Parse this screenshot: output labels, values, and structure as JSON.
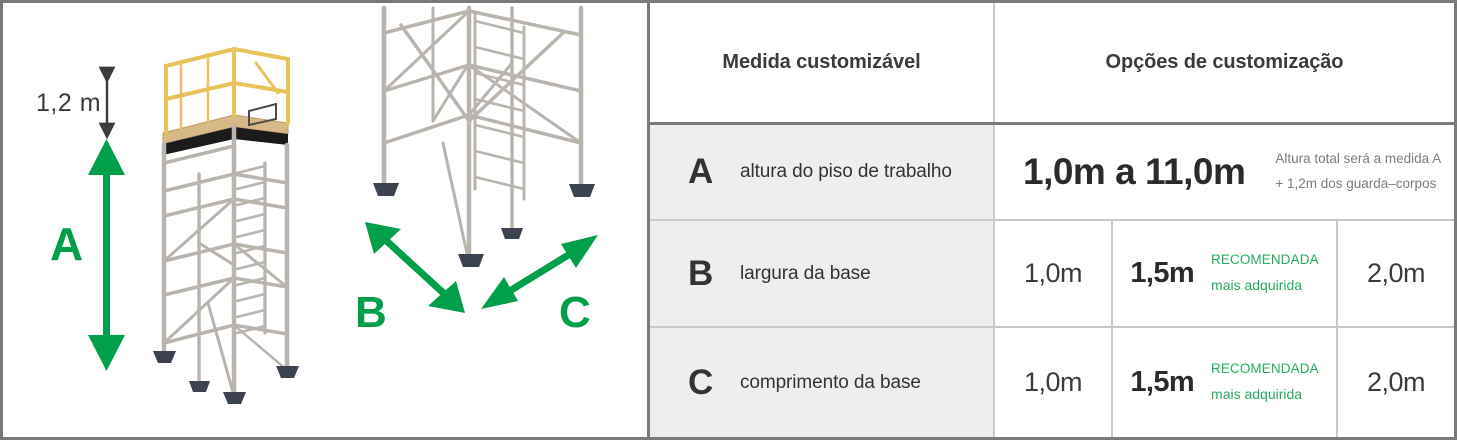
{
  "illustration": {
    "guardrail_label": "1,2 m",
    "label_a": "A",
    "label_b": "B",
    "label_c": "C",
    "accent_green": "#00a04b",
    "arrow_gray": "#3b3b3b",
    "scaffold_frame": "#b9b5ae",
    "scaffold_rail": "#e8c35c",
    "scaffold_deck": "#d7b887",
    "scaffold_foot": "#3c4250"
  },
  "table": {
    "header": {
      "col_measure": "Medida customizável",
      "col_options": "Opções de customização"
    },
    "rows": [
      {
        "letter": "A",
        "label": "altura do piso de trabalho",
        "type": "range",
        "range": "1,0m  a  11,0m",
        "note_line1": "Altura total será a medida A",
        "note_line2": "+ 1,2m dos guarda–corpos"
      },
      {
        "letter": "B",
        "label": "largura da base",
        "type": "options",
        "option1": "1,0m",
        "option2": "1,5m",
        "option2_badge_top": "RECOMENDADA",
        "option2_badge_bottom": "mais adquirida",
        "option3": "2,0m"
      },
      {
        "letter": "C",
        "label": "comprimento da base",
        "type": "options",
        "option1": "1,0m",
        "option2": "1,5m",
        "option2_badge_top": "RECOMENDADA",
        "option2_badge_bottom": "mais adquirida",
        "option3": "2,0m"
      }
    ]
  }
}
